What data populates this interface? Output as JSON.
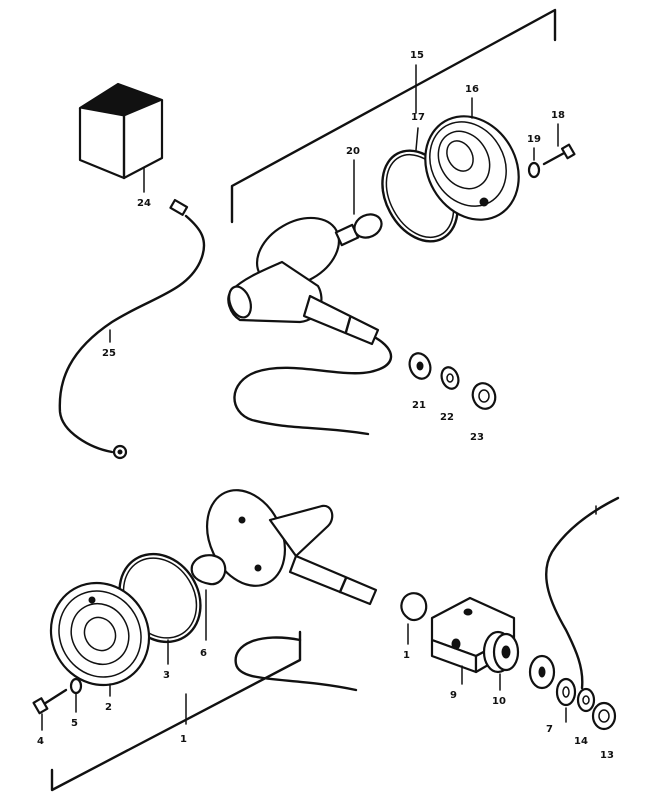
{
  "callouts": {
    "c1_bottom": "1",
    "c1_socket": "1",
    "c2": "2",
    "c3": "3",
    "c4": "4",
    "c5": "5",
    "c6": "6",
    "c7": "7",
    "c9": "9",
    "c10": "10",
    "c13": "13",
    "c14": "14",
    "c15": "15",
    "c16": "16",
    "c17": "17",
    "c18": "18",
    "c19": "19",
    "c20": "20",
    "c21": "21",
    "c22": "22",
    "c23": "23",
    "c24": "24",
    "c25": "25"
  }
}
